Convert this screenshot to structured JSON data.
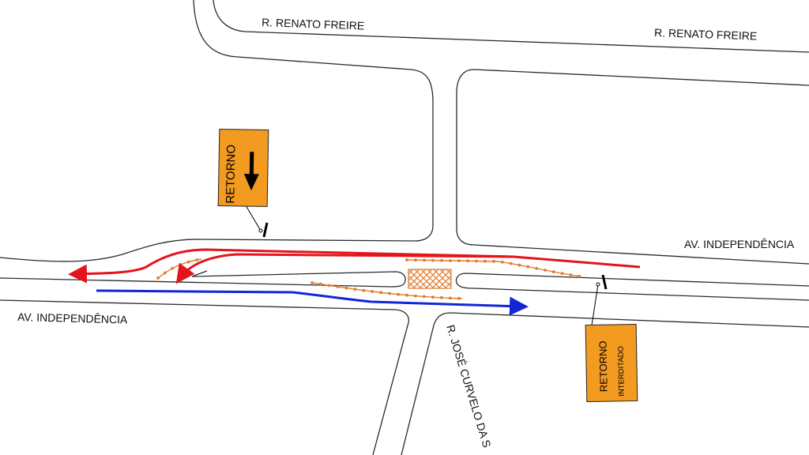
{
  "streets": {
    "top_left": "R. RENATO FREIRE",
    "top_right": "R. RENATO FREIRE",
    "avenue_right": "AV. INDEPENDÊNCIA",
    "avenue_left": "AV. INDEPENDÊNCIA",
    "cross_street": "R. JOSÉ CURVELO DA S"
  },
  "signs": {
    "retorno": {
      "label": "RETORNO",
      "arrow": "arrow-down-icon",
      "color": "#f39a21"
    },
    "retorno_interditado": {
      "line1": "RETORNO",
      "line2": "INTERDITADO",
      "color": "#f39a21"
    }
  },
  "routes": {
    "detour_color": "#e3141b",
    "through_color": "#1226d8",
    "cone_color": "#e07b2c"
  }
}
